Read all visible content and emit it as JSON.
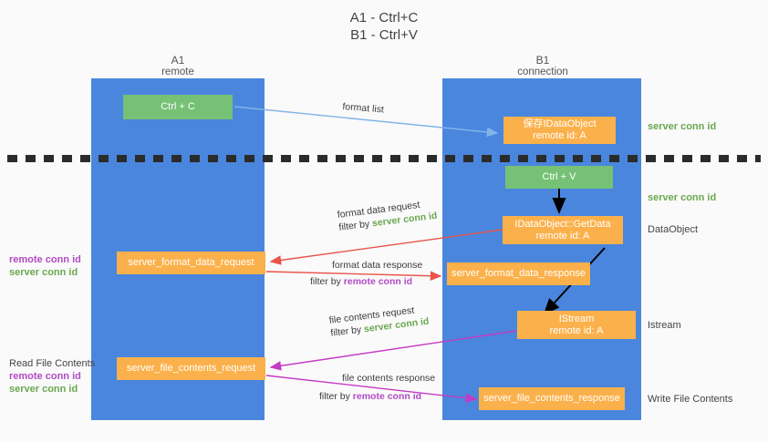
{
  "title": {
    "line1": "A1 - Ctrl+C",
    "line2": "B1 - Ctrl+V"
  },
  "columns": {
    "left": {
      "name": "A1",
      "role": "remote"
    },
    "right": {
      "name": "B1",
      "role": "connection"
    }
  },
  "nodes": {
    "ctrl_c": {
      "label": "Ctrl + C",
      "color": "#76c176"
    },
    "ctrl_v": {
      "label": "Ctrl + V",
      "color": "#76c176"
    },
    "save_idataobject": {
      "line1": "保存IDataObject",
      "line2": "remote id: A",
      "color": "#fbb14b"
    },
    "getdata": {
      "line1": "IDataObject::GetData",
      "line2": "remote id: A",
      "color": "#fbb14b"
    },
    "istream": {
      "line1": "IStream",
      "line2": "remote id: A",
      "color": "#fbb14b"
    },
    "server_format_data_request": {
      "label": "server_format_data_request",
      "color": "#fbb14b"
    },
    "server_format_data_response": {
      "label": "server_format_data_response",
      "color": "#fbb14b"
    },
    "server_file_contents_request": {
      "label": "server_file_contents_request",
      "color": "#fbb14b"
    },
    "server_file_contents_response": {
      "label": "server_file_contents_response",
      "color": "#fbb14b"
    }
  },
  "edges": {
    "format_list": {
      "label": "format list"
    },
    "format_data_request": {
      "label": "format data request",
      "filter_prefix": "filter by ",
      "filter_value": "server conn id"
    },
    "format_data_response": {
      "label": "format data response",
      "filter_prefix": "filter by ",
      "filter_value": "remote conn id"
    },
    "file_contents_request": {
      "label": "file contents request",
      "filter_prefix": "filter by ",
      "filter_value": "server conn id"
    },
    "file_contents_response": {
      "label": "file contents response",
      "filter_prefix": "filter by ",
      "filter_value": "remote conn id"
    }
  },
  "right_labels": {
    "server_conn_id_top": "server conn id",
    "server_conn_id_second": "server conn id",
    "dataobject": "DataObject",
    "istream": "Istream",
    "write_file_contents": "Write File Contents"
  },
  "left_labels": {
    "remote_conn_id_1": "remote conn id",
    "server_conn_id_1": "server conn id",
    "read_file_contents": "Read File Contents",
    "remote_conn_id_2": "remote conn id",
    "server_conn_id_2": "server conn id"
  },
  "colors": {
    "panel_blue": "#4a86dd",
    "node_green": "#76c176",
    "node_orange": "#fbb14b",
    "green_text": "#6aa84f",
    "purple_text": "#b14ac4",
    "red_arrow": "#e8534a",
    "magenta_arrow": "#c43bc4",
    "light_blue_arrow": "#7fb5e8",
    "black_arrow": "#000000",
    "background": "#fafafa"
  }
}
